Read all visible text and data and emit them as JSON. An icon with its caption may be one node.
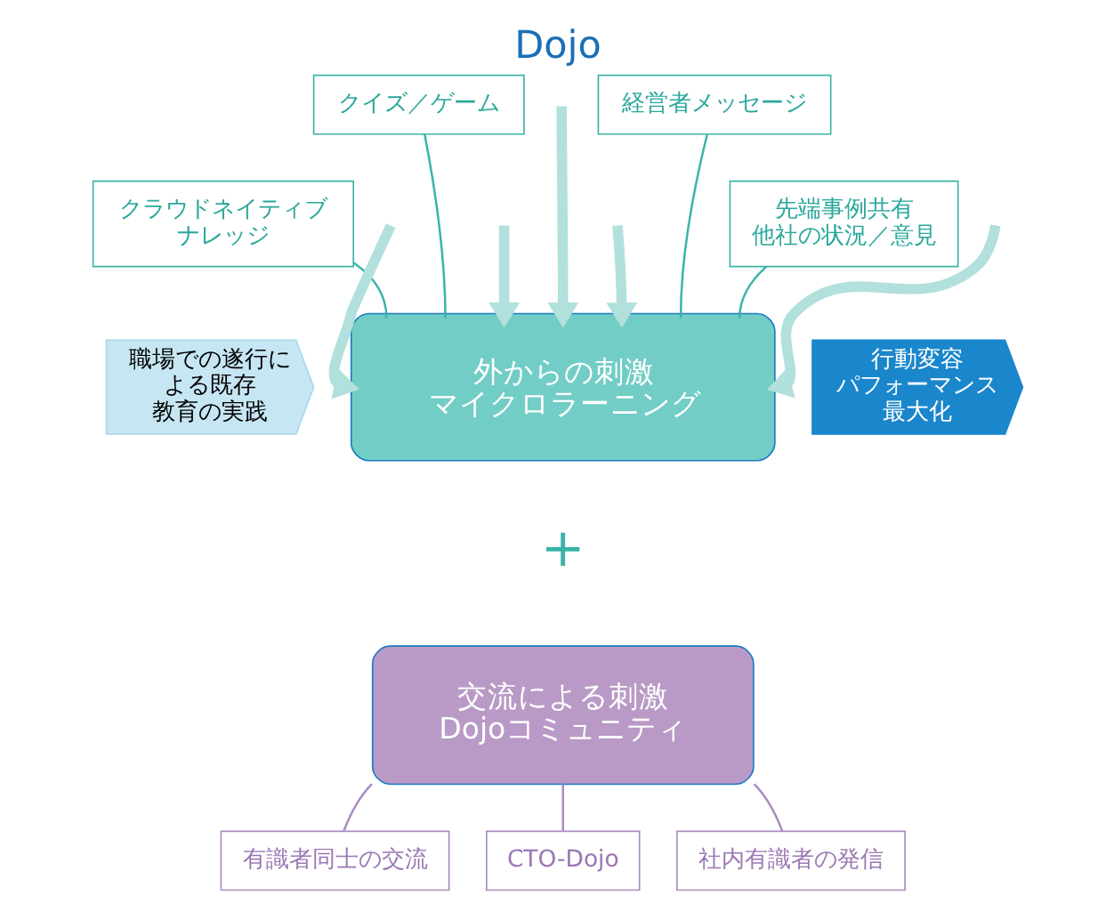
{
  "diagram": {
    "title": "Dojo",
    "nodes": [
      {
        "text": [
          "クイズ／ゲーム"
        ]
      },
      {
        "text": [
          "経営者メッセージ"
        ]
      },
      {
        "text": [
          "クラウドネイティブナレッジ"
        ]
      },
      {
        "text": [
          "先端事例共有他社の状況／意見"
        ]
      },
      {
        "text": [
          "外からの刺激",
          "マイクロラーニング"
        ]
      },
      {
        "text": [
          "交流による刺激",
          "Dojoコミュニティ"
        ]
      },
      {
        "text": [
          "職場での遂行による既存教育の実践"
        ]
      },
      {
        "text": [
          "行動変容パフォーマンス最大化"
        ]
      },
      {
        "text": [
          "有識者同士の交流"
        ]
      },
      {
        "text": [
          "社内有識者の発信"
        ]
      },
      {
        "text": [
          "CTO-Dojo"
        ]
      }
    ],
    "edges": [
      {
        "from": 0,
        "to": 4,
        "arrow": "none",
        "color": "#3bb3a8"
      },
      {
        "from": 1,
        "to": 4,
        "arrow": "none",
        "color": "#3bb3a8"
      },
      {
        "from": 2,
        "to": 4,
        "arrow": "none",
        "color": "#3bb3a8"
      },
      {
        "from": 3,
        "to": 4,
        "arrow": "none",
        "color": "#3bb3a8"
      },
      {
        "from": null,
        "to": 4,
        "arrow": "to",
        "style": "thick",
        "color": "#b2e0dc"
      },
      {
        "from": null,
        "to": 4,
        "arrow": "to",
        "style": "thick",
        "color": "#b2e0dc"
      },
      {
        "from": null,
        "to": 4,
        "arrow": "to",
        "style": "thick",
        "color": "#b2e0dc"
      },
      {
        "from": null,
        "to": 4,
        "arrow": "to",
        "style": "thick",
        "color": "#b2e0dc"
      },
      {
        "from": null,
        "to": 4,
        "arrow": "to",
        "style": "thick",
        "color": "#b2e0dc"
      },
      {
        "from": 8,
        "to": 5,
        "arrow": "none",
        "color": "#a98bc0"
      },
      {
        "from": 9,
        "to": 5,
        "arrow": "none",
        "color": "#a98bc0"
      },
      {
        "from": 10,
        "to": 5,
        "arrow": "none",
        "color": "#a98bc0"
      }
    ],
    "labels": [
      "+"
    ]
  }
}
